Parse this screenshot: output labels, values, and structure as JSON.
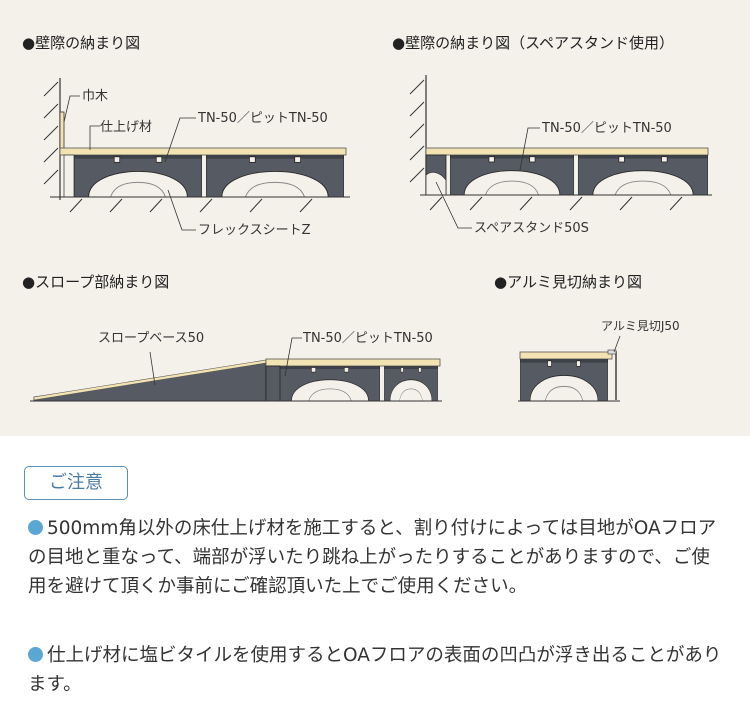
{
  "colors": {
    "panel_bg": "#f4f1ea",
    "finish": "#f2e3b3",
    "panel_body": "#565a63",
    "accent_blue": "#5aa7d4",
    "badge_blue": "#4a7ba3"
  },
  "sections": {
    "wall": {
      "title": "●壁際の納まり図",
      "label_habaki": "巾木",
      "label_finish": "仕上げ材",
      "label_tn": "TN-50／ピットTN-50",
      "label_sheet": "フレックスシートZ"
    },
    "wall_spare": {
      "title": "●壁際の納まり図（スペアスタンド使用）",
      "label_tn": "TN-50／ピットTN-50",
      "label_stand": "スペアスタンド50S"
    },
    "slope": {
      "title": "●スロープ部納まり図",
      "label_base": "スロープベース50",
      "label_tn": "TN-50／ピットTN-50"
    },
    "alumi": {
      "title": "●アルミ見切納まり図",
      "label_j50": "アルミ見切J50"
    }
  },
  "notes": {
    "badge": "ご注意",
    "items": [
      "500mm角以外の床仕上げ材を施工すると、割り付けによっては目地がOAフロアの目地と重なって、端部が浮いたり跳ね上がったりすることがありますので、ご使用を避けて頂くか事前にご確認頂いた上でご使用ください。",
      "仕上げ材に塩ビタイルを使用するとOAフロアの表面の凹凸が浮き出ることがあります。"
    ]
  }
}
